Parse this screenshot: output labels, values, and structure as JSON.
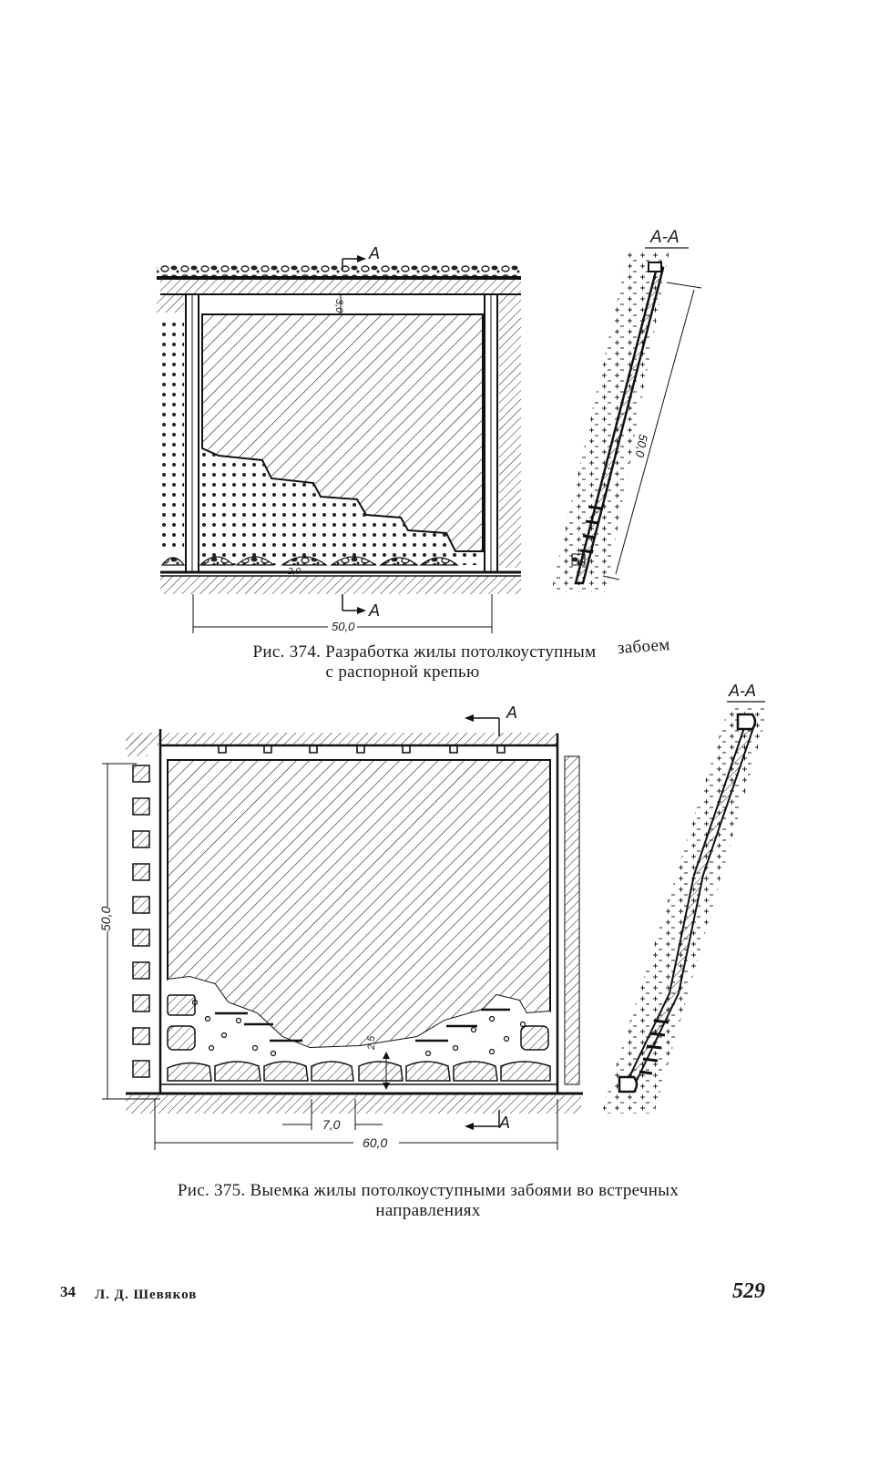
{
  "figure374": {
    "caption_line1": "Рис. 374. Разработка жилы потолкоуступным",
    "caption_tail": "забоем",
    "caption_line2": "с распорной крепью",
    "section_mark_top": "A",
    "section_mark_bottom": "A",
    "dim_width": "50,0",
    "dim_pillar": "3,0",
    "dim_floor": "2,0",
    "section_title": "A-A",
    "section_dim": "50,0"
  },
  "figure375": {
    "caption_line1": "Рис. 375. Выемка жилы потолкоуступными забоями во встречных",
    "caption_line2": "направлениях",
    "section_mark_top": "A",
    "section_mark_bottom": "A",
    "dim_height": "50,0",
    "dim_step": "7,0",
    "dim_width": "60,0",
    "dim_small": "2,5",
    "section_title": "A-A"
  },
  "footer": {
    "signature": "34",
    "author": "Л. Д. Шевяков",
    "page_number": "529"
  }
}
